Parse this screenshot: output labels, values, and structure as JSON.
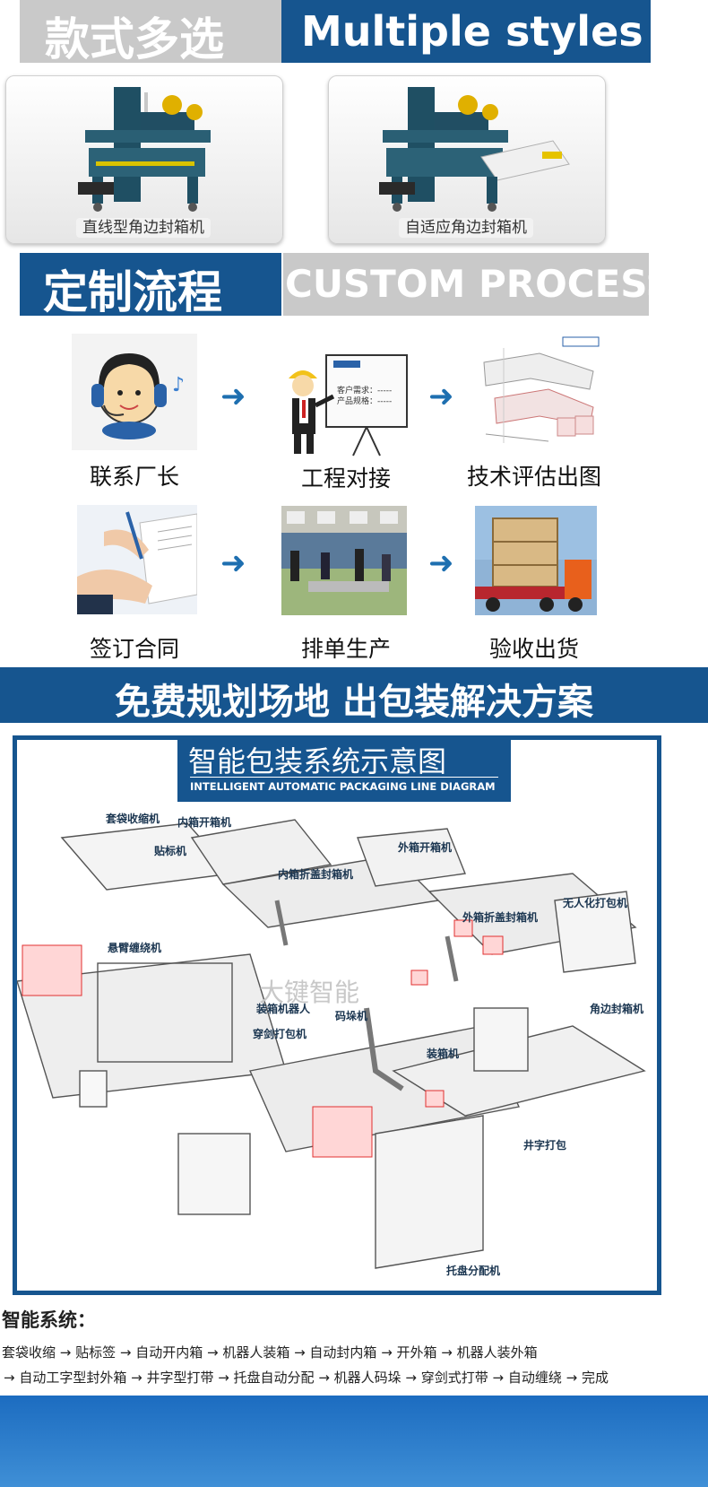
{
  "sections": {
    "styles_cn": "款式多选",
    "styles_en": "Multiple styles",
    "process_cn": "定制流程",
    "process_en": "CUSTOM PROCESS",
    "free_plan": "免费规划场地 出包装解决方案"
  },
  "products": [
    {
      "caption": "直线型角边封箱机",
      "icon": "carton-sealer-machine"
    },
    {
      "caption": "自适应角边封箱机",
      "icon": "adaptive-carton-sealer-machine"
    }
  ],
  "steps": [
    {
      "label": "联系厂长",
      "icon": "headset-support-icon"
    },
    {
      "label": "工程对接",
      "icon": "engineer-presentation-icon"
    },
    {
      "label": "技术评估出图",
      "icon": "technical-drawing-icon"
    },
    {
      "label": "签订合同",
      "icon": "contract-signing-icon"
    },
    {
      "label": "排单生产",
      "icon": "factory-production-icon"
    },
    {
      "label": "验收出货",
      "icon": "shipping-crate-icon"
    }
  ],
  "presentation_board": {
    "line1": "客户需求：-----",
    "line2": "产品规格：-----"
  },
  "diagram": {
    "title_cn": "智能包装系统示意图",
    "title_en": "INTELLIGENT AUTOMATIC PACKAGING LINE DIAGRAM",
    "watermark": "大键智能",
    "labels": [
      "套袋收缩机",
      "贴标机",
      "内箱开箱机",
      "内箱折盖封箱机",
      "外箱开箱机",
      "无人化打包机",
      "外箱折盖封箱机",
      "悬臂缠绕机",
      "装箱机器人",
      "码垛机",
      "穿剑打包机",
      "装箱机",
      "角边封箱机",
      "井字打包",
      "托盘分配机"
    ]
  },
  "system": {
    "heading": "智能系统：",
    "line1": "套袋收缩 → 贴标签 → 自动开内箱 → 机器人装箱 → 自动封内箱 → 开外箱 → 机器人装外箱",
    "line2": "→ 自动工字型封外箱 → 井字型打带 → 托盘自动分配 → 机器人码垛 → 穿剑式打带 → 自动缠绕 → 完成"
  },
  "colors": {
    "brand_blue": "#16558f",
    "grey": "#c9c9c9",
    "arrow_blue": "#1e6fb0"
  }
}
